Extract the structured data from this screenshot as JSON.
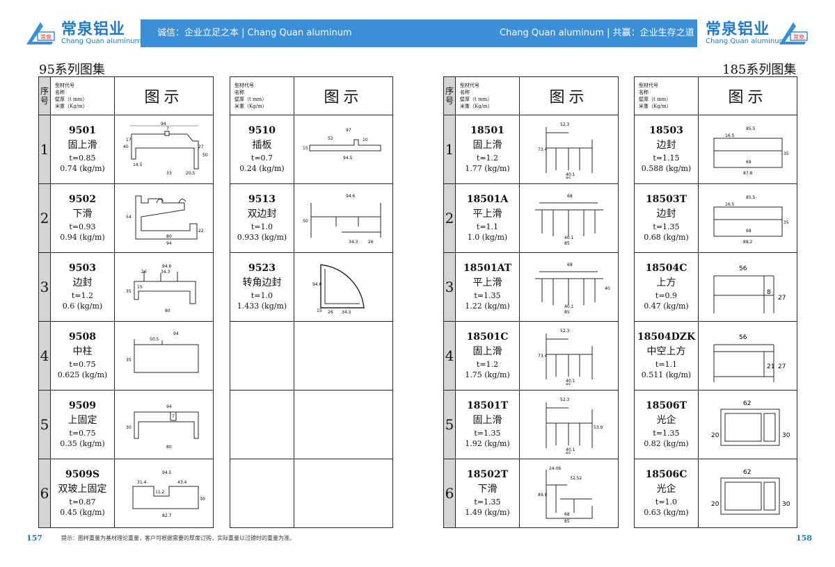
{
  "header": {
    "brand_cn": "常泉铝业",
    "brand_en": "Chang Quan aluminum",
    "logo_text": "常泉",
    "slogan_left": "诚信：企业立足之本 | Chang Quan aluminum",
    "slogan_right": "Chang Quan aluminum | 共赢：企业生存之道",
    "accent_color": "#3a8fd6"
  },
  "left_page": {
    "title": "95系列图集",
    "page_number": "157"
  },
  "right_page": {
    "title": "185系列图集",
    "page_number": "158"
  },
  "table_header": {
    "seq": "序号",
    "meta": [
      "型材代号",
      "名称",
      "壁厚（t mm）",
      "米重（Kg/m）"
    ],
    "figure": "图示"
  },
  "rows": [
    "1",
    "2",
    "3",
    "4",
    "5",
    "6"
  ],
  "tables": {
    "t1": [
      {
        "code": "9501",
        "name": "固上滑",
        "t": "t=0.85",
        "w": "0.74 (kg/m)",
        "dims": [
          "94",
          "7",
          "40",
          "17",
          "14.5",
          "33",
          "20.5",
          "27",
          "50"
        ]
      },
      {
        "code": "9502",
        "name": "下滑",
        "t": "t=0.93",
        "w": "0.94 (kg/m)",
        "dims": [
          "54",
          "80",
          "94",
          "22"
        ]
      },
      {
        "code": "9503",
        "name": "边封",
        "t": "t=1.2",
        "w": "0.6 (kg/m)",
        "dims": [
          "94.6",
          "26",
          "34.3",
          "15",
          "35",
          "80"
        ]
      },
      {
        "code": "9508",
        "name": "中柱",
        "t": "t=0.75",
        "w": "0.625 (kg/m)",
        "dims": [
          "94",
          "50.5",
          "35"
        ]
      },
      {
        "code": "9509",
        "name": "上固定",
        "t": "t=0.75",
        "w": "0.35 (kg/m)",
        "dims": [
          "94",
          "7",
          "30",
          "80"
        ]
      },
      {
        "code": "9509S",
        "name": "双玻上固定",
        "t": "t=0.87",
        "w": "0.45 (kg/m)",
        "dims": [
          "94.5",
          "31.4",
          "43.4",
          "11.2",
          "30",
          "82.7"
        ]
      }
    ],
    "t2": [
      {
        "code": "9510",
        "name": "插板",
        "t": "t=0.7",
        "w": "0.24 (kg/m)",
        "dims": [
          "97",
          "52",
          "10",
          "15",
          "94.5"
        ]
      },
      {
        "code": "9513",
        "name": "双边封",
        "t": "t=1.0",
        "w": "0.933 (kg/m)",
        "dims": [
          "94.6",
          "50",
          "34.3",
          "26"
        ]
      },
      {
        "code": "9523",
        "name": "转角边封",
        "t": "t=1.0",
        "w": "1.433 (kg/m)",
        "dims": [
          "94.6",
          "15",
          "26",
          "34.3"
        ]
      }
    ],
    "t3": [
      {
        "code": "18501",
        "name": "固上滑",
        "t": "t=1.2",
        "w": "1.77 (kg/m)",
        "dims": [
          "52.3",
          "73.4",
          "40.1",
          "85"
        ]
      },
      {
        "code": "18501A",
        "name": "平上滑",
        "t": "t=1.1",
        "w": "1.0 (kg/m)",
        "dims": [
          "68",
          "40.1",
          "85"
        ]
      },
      {
        "code": "18501AT",
        "name": "平上滑",
        "t": "t=1.35",
        "w": "1.22 (kg/m)",
        "dims": [
          "68",
          "40",
          "40.1",
          "85"
        ]
      },
      {
        "code": "18501C",
        "name": "固上滑",
        "t": "t=1.2",
        "w": "1.75 (kg/m)",
        "dims": [
          "52.3",
          "73.4",
          "40.1",
          "85"
        ]
      },
      {
        "code": "18501T",
        "name": "固上滑",
        "t": "t=1.35",
        "w": "1.92 (kg/m)",
        "dims": [
          "52.3",
          "53.9",
          "40.1",
          "85"
        ]
      },
      {
        "code": "18502T",
        "name": "下滑",
        "t": "t=1.35",
        "w": "1.49 (kg/m)",
        "dims": [
          "24.06",
          "32.52",
          "89.9",
          "68",
          "85"
        ]
      }
    ],
    "t4": [
      {
        "code": "18503",
        "name": "边封",
        "t": "t=1.15",
        "w": "0.588 (kg/m)",
        "dims": [
          "85.5",
          "16.5",
          "35",
          "68",
          "87.8"
        ]
      },
      {
        "code": "18503T",
        "name": "边封",
        "t": "t=1.35",
        "w": "0.68 (kg/m)",
        "dims": [
          "85.5",
          "16.5",
          "35",
          "68",
          "88.2"
        ]
      },
      {
        "code": "18504C",
        "name": "上方",
        "t": "t=0.9",
        "w": "0.47 (kg/m)",
        "dims": [
          "56",
          "8",
          "27"
        ]
      },
      {
        "code": "18504DZK",
        "name": "中空上方",
        "t": "t=1.1",
        "w": "0.511 (kg/m)",
        "dims": [
          "56",
          "21",
          "27"
        ]
      },
      {
        "code": "18506T",
        "name": "光企",
        "t": "t=1.35",
        "w": "0.82 (kg/m)",
        "dims": [
          "62",
          "20",
          "30"
        ]
      },
      {
        "code": "18506C",
        "name": "光企",
        "t": "t=1.0",
        "w": "0.63 (kg/m)",
        "dims": [
          "62",
          "20",
          "30"
        ]
      }
    ]
  },
  "footer_note": "提示：图样重量为基材理论重量，客户可根据需要的厚度订购，实际重量以过磅时的重量为准。"
}
